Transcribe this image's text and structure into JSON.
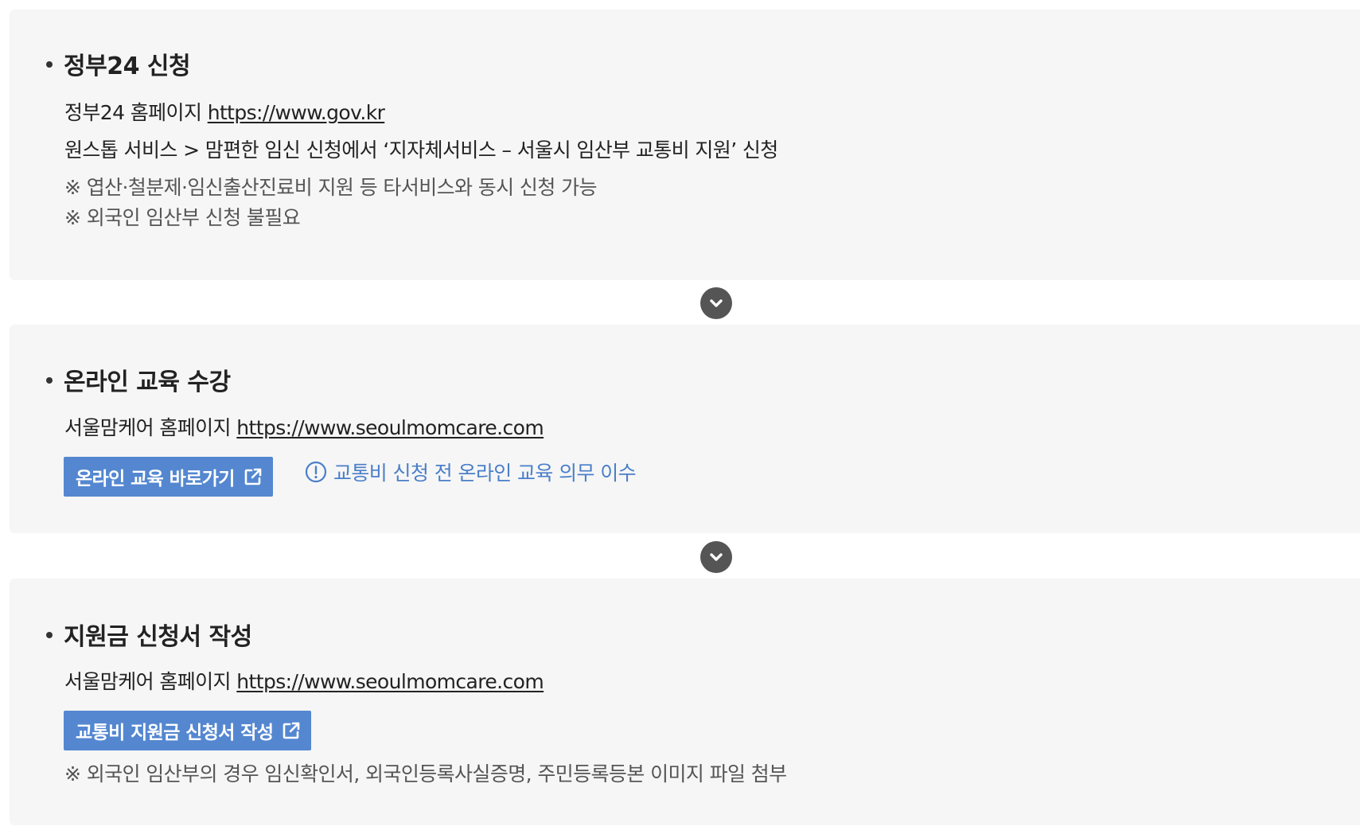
{
  "steps": [
    {
      "title": "정부24 신청",
      "lines": [
        {
          "prefix": "정부24 홈페이지 ",
          "link": "https://www.gov.kr"
        },
        {
          "text": "원스톱 서비스 > 맘편한 임신 신청에서 ‘지자체서비스 – 서울시 임산부 교통비 지원’ 신청"
        }
      ],
      "notes": [
        "※ 엽산·철분제·임신출산진료비 지원 등 타서비스와 동시 신청 가능",
        "※ 외국인 임산부 신청 불필요"
      ]
    },
    {
      "title": "온라인 교육 수강",
      "lines": [
        {
          "prefix": "서울맘케어 홈페이지 ",
          "link": "https://www.seoulmomcare.com"
        }
      ],
      "button_label": "온라인 교육 바로가기",
      "info_text": "교통비 신청 전 온라인 교육 의무 이수"
    },
    {
      "title": "지원금 신청서 작성",
      "lines": [
        {
          "prefix": "서울맘케어 홈페이지 ",
          "link": "https://www.seoulmomcare.com"
        }
      ],
      "button_label": "교통비 지원금 신청서 작성",
      "notes": [
        "※ 외국인 임산부의 경우 임신확인서, 외국인등록사실증명, 주민등록등본 이미지 파일 첨부"
      ]
    }
  ],
  "colors": {
    "box_background": "#f6f6f6",
    "button_blue": "#5487d0",
    "info_blue": "#4a7fc9",
    "arrow_circle": "#555555"
  },
  "icons": {
    "external_link": "external-link-icon",
    "info": "exclamation-circle-icon",
    "arrow": "chevron-down-icon"
  }
}
